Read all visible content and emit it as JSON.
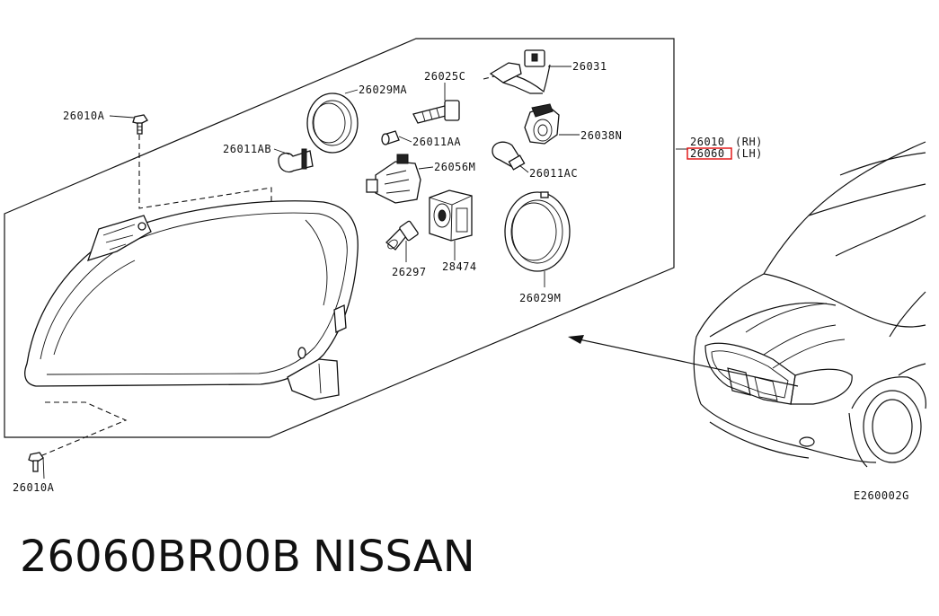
{
  "labels": {
    "bolt_top": "26010A",
    "bolt_bottom": "26010A",
    "bulb_26011AB": "26011AB",
    "ring_26029MA": "26029MA",
    "socket_26025C": "26025C",
    "bulb_26011AA": "26011AA",
    "harness_26031": "26031",
    "socket_26038N": "26038N",
    "actuator_26056M": "26056M",
    "bulb_26011AC": "26011AC",
    "bulb_26297": "26297",
    "ballast_28474": "28474",
    "ring_26029M": "26029M",
    "assembly_rh_code": "26010",
    "assembly_rh_side": "(RH)",
    "assembly_lh_code": "26060",
    "assembly_lh_side": "(LH)",
    "diagram_ref": "E260002G"
  },
  "caption": {
    "part_number": "26060BR00B",
    "brand": "NISSAN"
  },
  "colors": {
    "highlight": "#e21b1b",
    "ink": "#111111"
  }
}
